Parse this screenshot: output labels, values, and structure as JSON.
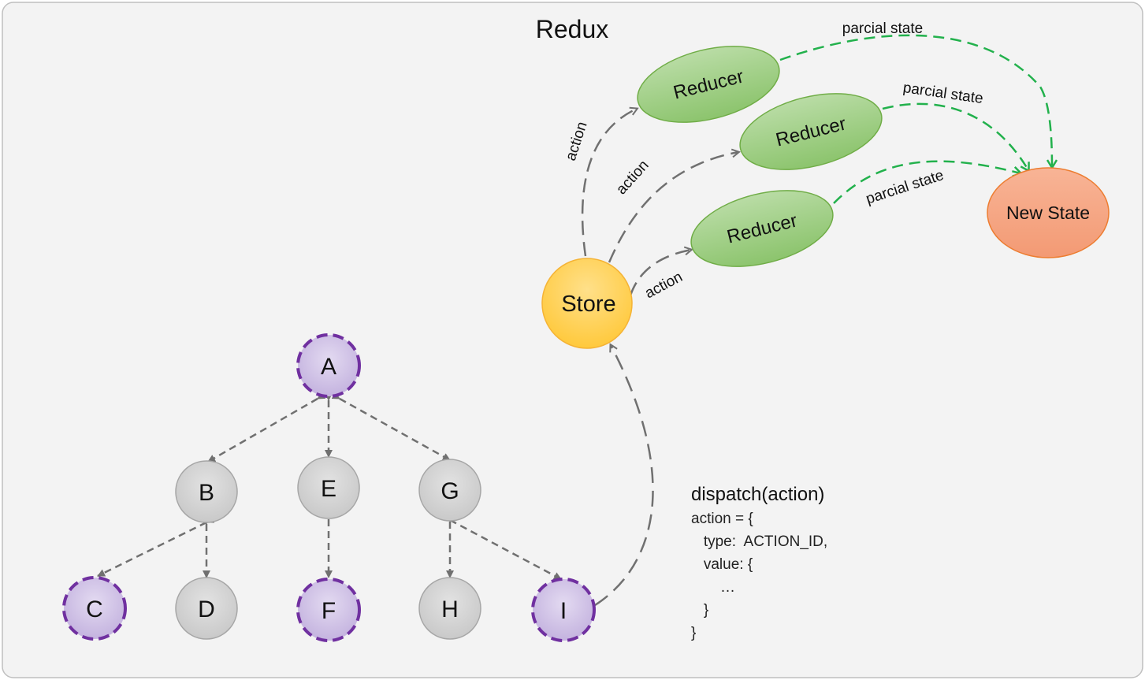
{
  "title": "Redux",
  "colors": {
    "panel_fill": "#f3f3f3",
    "panel_stroke": "#bfbfbf",
    "gray_node_fill": "#d4d4d4",
    "gray_node_stroke": "#a6a6a6",
    "purple_node_fill": "#d2c6e6",
    "purple_node_stroke": "#7030a0",
    "store_fill": "#ffd45c",
    "store_stroke": "#f5b335",
    "reducer_fill": "#9dce82",
    "reducer_stroke": "#70ad47",
    "new_state_fill": "#f5a07c",
    "new_state_stroke": "#ed7d31",
    "gray_arrow": "#707070",
    "green_arrow": "#22b14c"
  },
  "store": {
    "label": "Store"
  },
  "new_state": {
    "label": "New State"
  },
  "reducers": [
    {
      "label": "Reducer"
    },
    {
      "label": "Reducer"
    },
    {
      "label": "Reducer"
    }
  ],
  "action_labels": [
    "action",
    "action",
    "action"
  ],
  "partial_state_labels": [
    "parcial state",
    "parcial state",
    "parcial state"
  ],
  "tree_nodes": [
    {
      "label": "A",
      "highlighted": true
    },
    {
      "label": "B",
      "highlighted": false
    },
    {
      "label": "E",
      "highlighted": false
    },
    {
      "label": "G",
      "highlighted": false
    },
    {
      "label": "C",
      "highlighted": true
    },
    {
      "label": "D",
      "highlighted": false
    },
    {
      "label": "F",
      "highlighted": true
    },
    {
      "label": "H",
      "highlighted": false
    },
    {
      "label": "I",
      "highlighted": true
    }
  ],
  "dispatch": {
    "title": "dispatch(action)",
    "lines": [
      "action = {",
      "   type:  ACTION_ID,",
      "   value: {",
      "       …",
      "   }",
      "}"
    ]
  }
}
